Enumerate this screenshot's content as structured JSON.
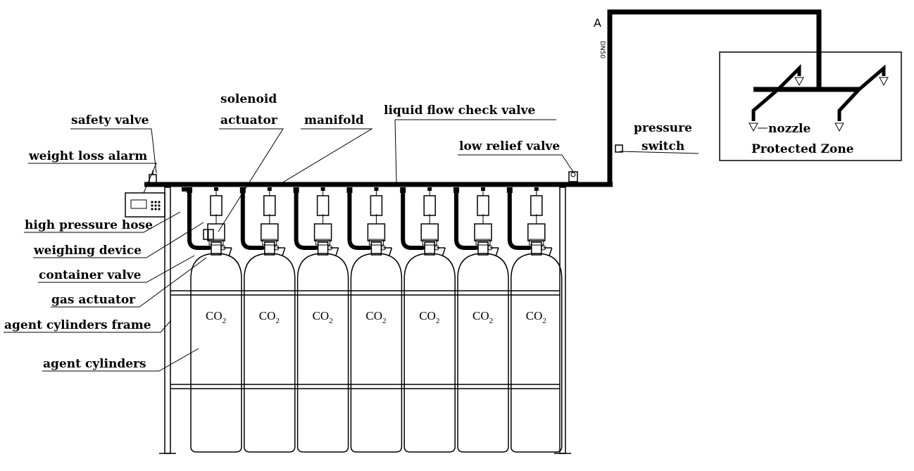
{
  "labels": {
    "safety_valve": "safety valve",
    "weight_loss_alarm": "weight loss alarm",
    "high_pressure_hose": "high pressure hose",
    "weighing_device": "weighing device",
    "container_valve": "container valve",
    "gas_actuator": "gas actuator",
    "agent_cylinders_frame": "agent cylinders frame",
    "agent_cylinders": "agent cylinders",
    "solenoid_line1": "solenoid",
    "solenoid_line2": "actuator",
    "manifold": "manifold",
    "liquid_flow_check_valve": "liquid flow check valve",
    "low_relief_valve": "low relief valve",
    "pressure_line1": "pressure",
    "pressure_line2": "switch",
    "nozzle": "nozzle",
    "protected_zone": "Protected Zone",
    "point_a": "A",
    "pipe_size": "DN50"
  },
  "cylinder_label": {
    "main": "CO",
    "subscript": "2"
  },
  "cylinder_count": 7
}
